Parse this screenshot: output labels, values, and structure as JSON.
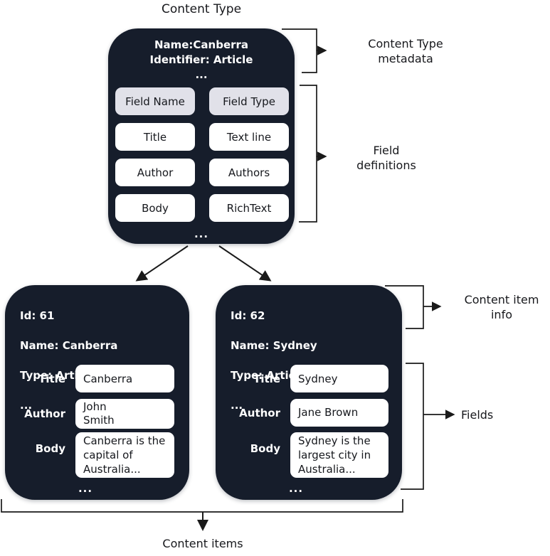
{
  "content_type": {
    "title": "Content Type",
    "meta": [
      "Name:Canberra",
      "Identifier: Article",
      "..."
    ],
    "grid": {
      "headers": [
        "Field Name",
        "Field Type"
      ],
      "rows": [
        [
          "Title",
          "Text line"
        ],
        [
          "Author",
          "Authors"
        ],
        [
          "Body",
          "RichText"
        ]
      ]
    },
    "more": "..."
  },
  "items": [
    {
      "meta": [
        "Id: 61",
        "Name: Canberra",
        "Type: Article",
        "..."
      ],
      "fields": [
        {
          "label": "Title",
          "value": "Canberra"
        },
        {
          "label": "Author",
          "value": "John\nSmith"
        },
        {
          "label": "Body",
          "value": "Canberra is the\ncapital of\nAustralia..."
        }
      ],
      "more": "..."
    },
    {
      "meta": [
        "Id: 62",
        "Name: Sydney",
        "Type: Article",
        "..."
      ],
      "fields": [
        {
          "label": "Title",
          "value": "Sydney"
        },
        {
          "label": "Author",
          "value": "Jane Brown"
        },
        {
          "label": "Body",
          "value": "Sydney is the\nlargest city in\nAustralia..."
        }
      ],
      "more": "..."
    }
  ],
  "annotations": {
    "content_type_metadata": "Content Type\nmetadata",
    "field_definitions": "Field\ndefinitions",
    "content_item_info": "Content item\ninfo",
    "fields": "Fields",
    "content_items": "Content items"
  },
  "colors": {
    "box_bg": "#161d2b",
    "chip_bg": "#ffffff",
    "chip_header_bg": "#e1e1e9",
    "line": "#1a1a1a",
    "text_on_dark": "#ffffff",
    "text_on_light": "#16181d"
  }
}
